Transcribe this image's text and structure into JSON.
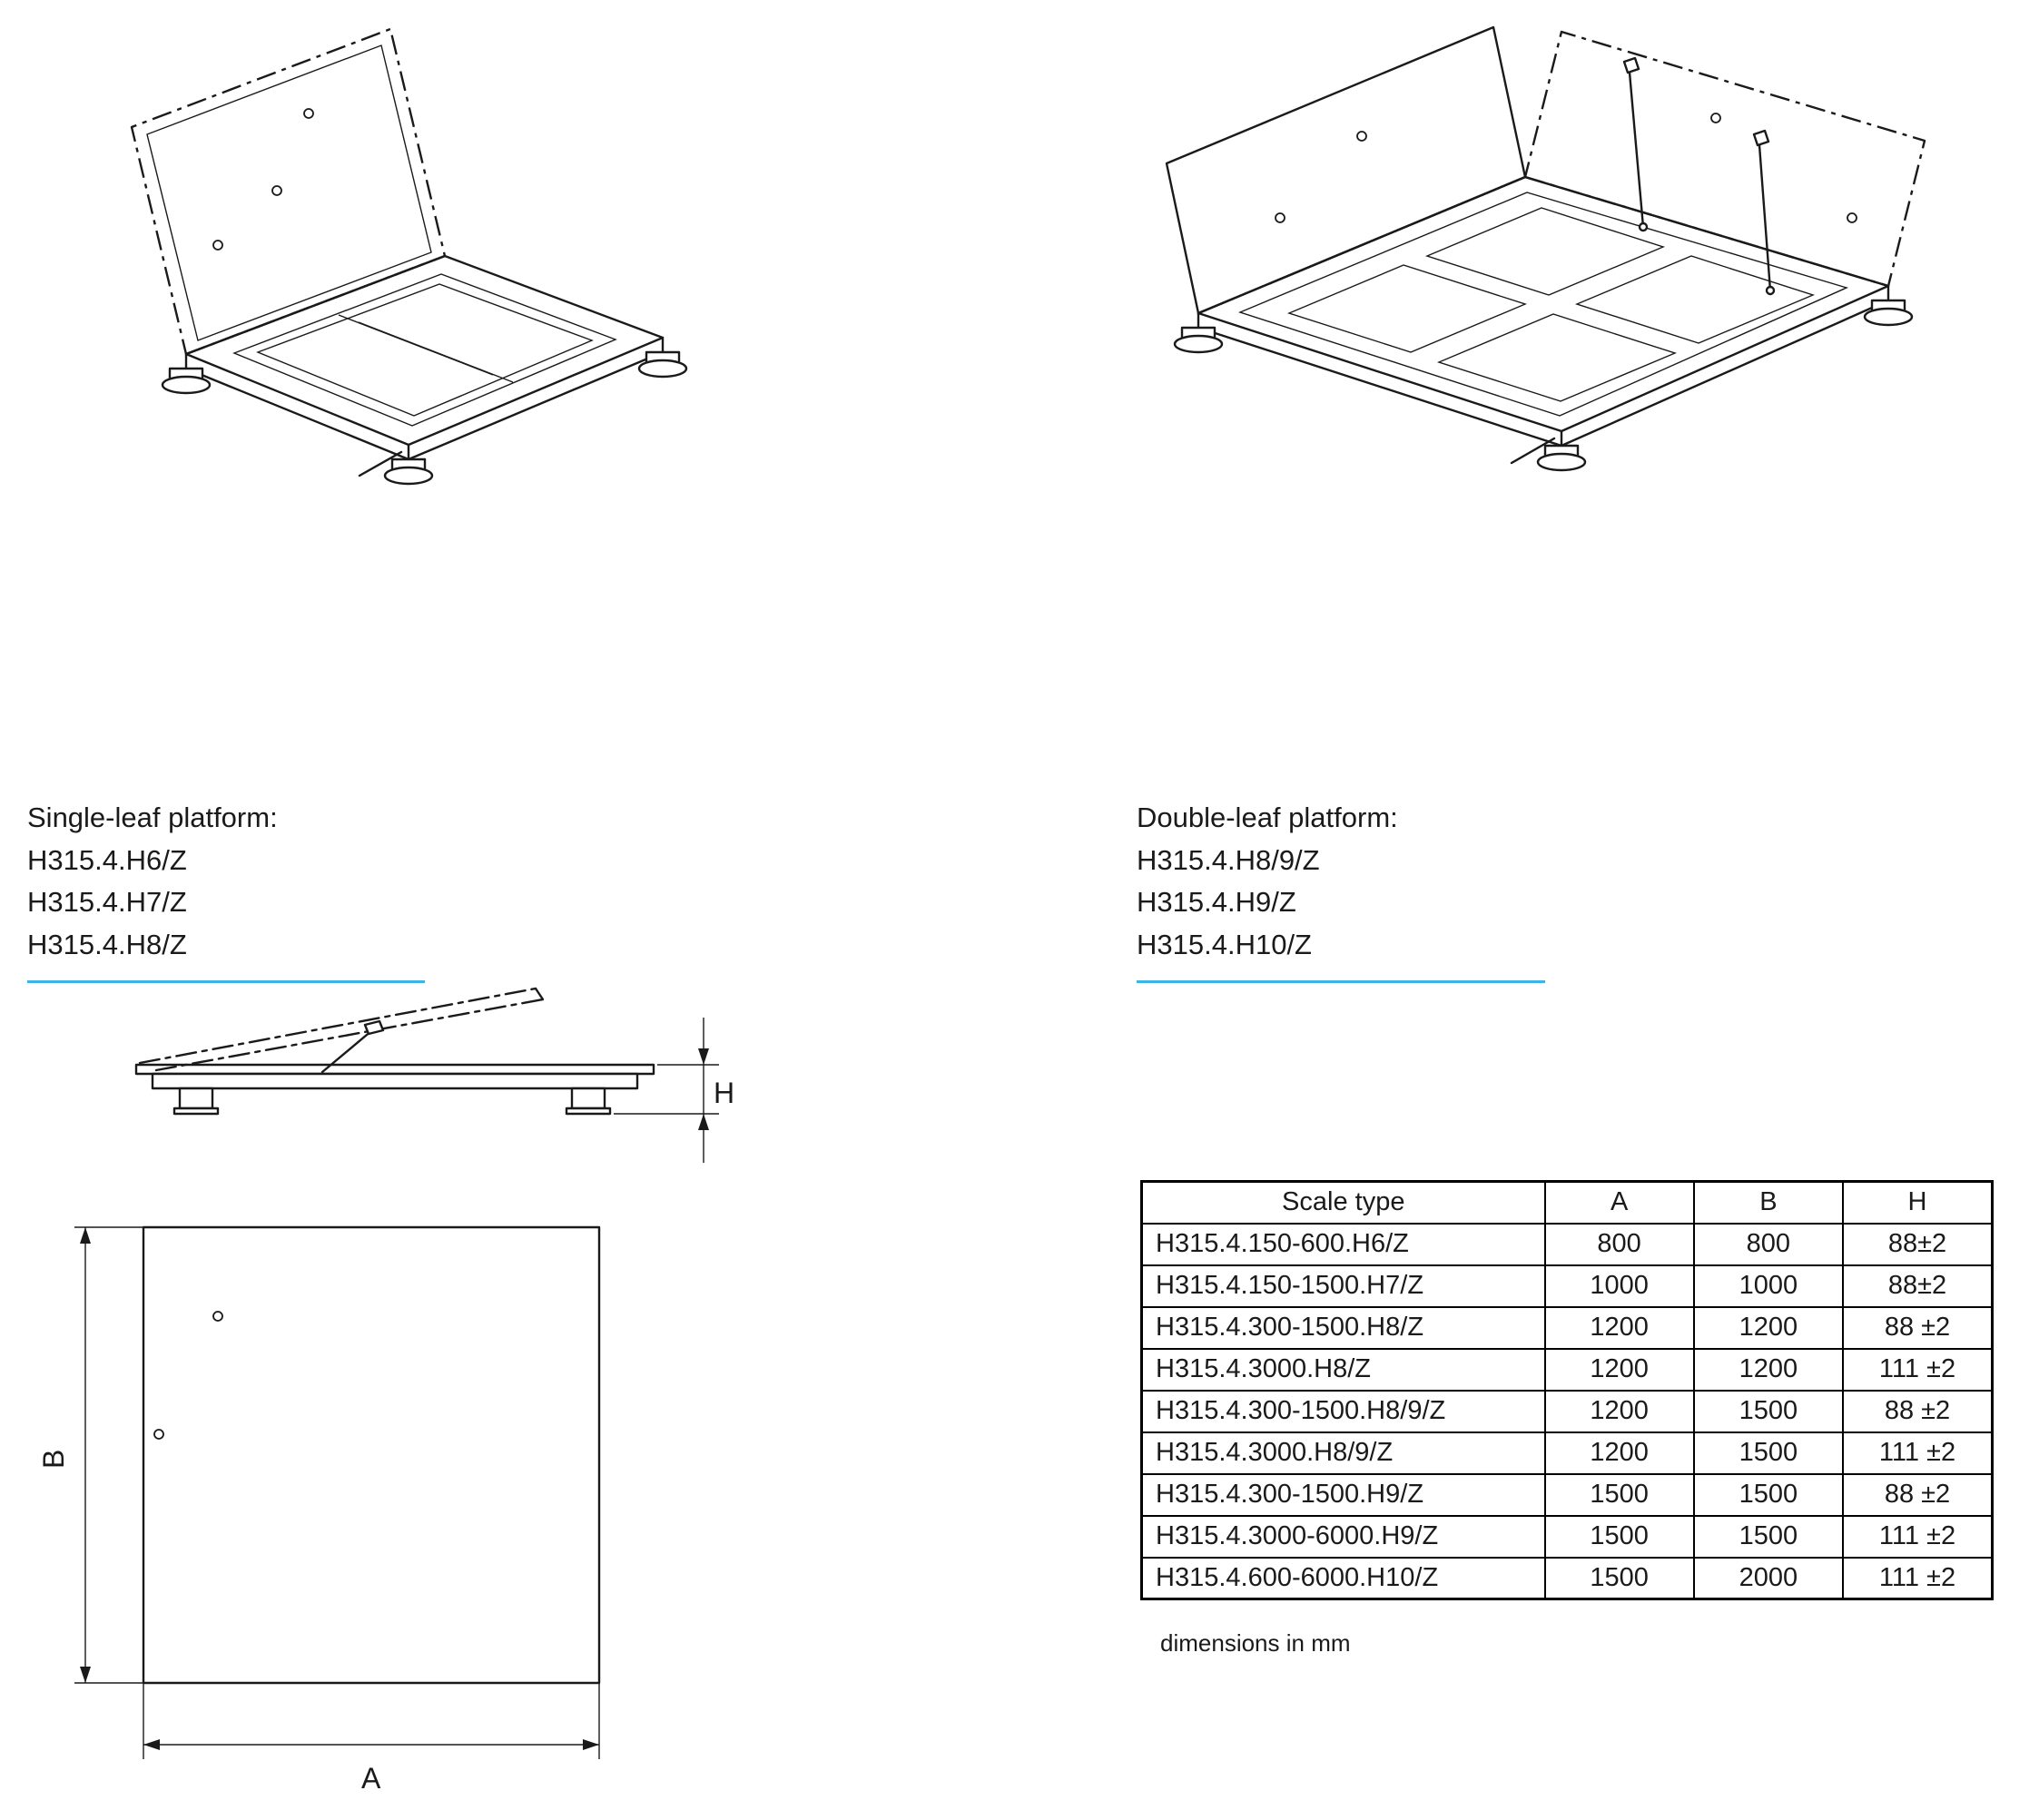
{
  "colors": {
    "accent": "#3cb4e5",
    "ink": "#1a1a1a"
  },
  "single_leaf": {
    "title": "Single-leaf platform:",
    "models": [
      "H315.4.H6/Z",
      "H315.4.H7/Z",
      "H315.4.H8/Z"
    ]
  },
  "double_leaf": {
    "title": "Double-leaf platform:",
    "models": [
      "H315.4.H8/9/Z",
      "H315.4.H9/Z",
      "H315.4.H10/Z"
    ]
  },
  "dim_labels": {
    "A": "A",
    "B": "B",
    "H": "H"
  },
  "table": {
    "headers": [
      "Scale type",
      "A",
      "B",
      "H"
    ],
    "rows": [
      [
        "H315.4.150-600.H6/Z",
        "800",
        "800",
        "88±2"
      ],
      [
        "H315.4.150-1500.H7/Z",
        "1000",
        "1000",
        "88±2"
      ],
      [
        "H315.4.300-1500.H8/Z",
        "1200",
        "1200",
        "88 ±2"
      ],
      [
        "H315.4.3000.H8/Z",
        "1200",
        "1200",
        "111 ±2"
      ],
      [
        "H315.4.300-1500.H8/9/Z",
        "1200",
        "1500",
        "88 ±2"
      ],
      [
        "H315.4.3000.H8/9/Z",
        "1200",
        "1500",
        "111 ±2"
      ],
      [
        "H315.4.300-1500.H9/Z",
        "1500",
        "1500",
        "88 ±2"
      ],
      [
        "H315.4.3000-6000.H9/Z",
        "1500",
        "1500",
        "111 ±2"
      ],
      [
        "H315.4.600-6000.H10/Z",
        "1500",
        "2000",
        "111 ±2"
      ]
    ],
    "note": "dimensions in mm"
  }
}
